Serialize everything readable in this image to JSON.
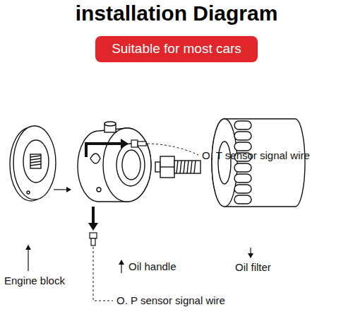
{
  "diagram": {
    "title": "installation Diagram",
    "nodes": [
      {
        "text": [
          "Suitable for most cars"
        ]
      }
    ],
    "labels": [
      "O. T sensor signal wire",
      "Engine block",
      "Oil handle",
      "Oil filter",
      "O. P sensor signal wire"
    ]
  }
}
